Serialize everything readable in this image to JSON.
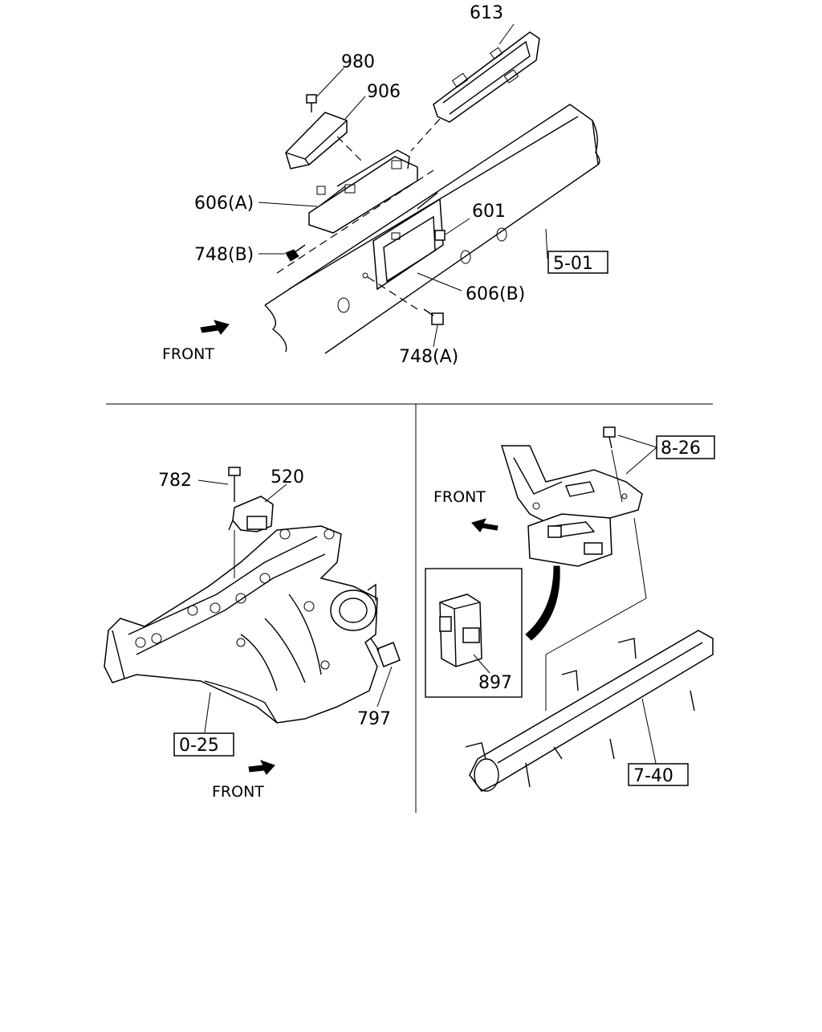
{
  "callouts": {
    "p613": "613",
    "p980": "980",
    "p906": "906",
    "p606a": "606(A)",
    "p601": "601",
    "p748b": "748(B)",
    "p606b": "606(B)",
    "p748a": "748(A)",
    "p782": "782",
    "p520": "520",
    "p797": "797",
    "p897": "897"
  },
  "references": {
    "r501": "5-01",
    "r025": "0-25",
    "r826": "8-26",
    "r740": "7-40"
  },
  "front_labels": {
    "top": "FRONT",
    "bottom_left": "FRONT",
    "bottom_right": "FRONT"
  }
}
